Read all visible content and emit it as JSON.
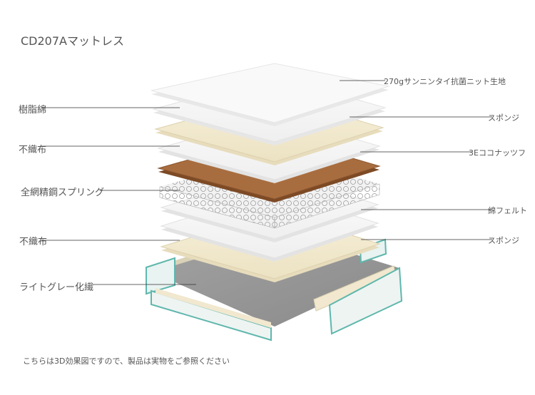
{
  "title": "CD207Aマットレス",
  "left_labels": [
    {
      "id": "resin-cotton",
      "text": "樹脂綿"
    },
    {
      "id": "nonwoven-1",
      "text": "不織布"
    },
    {
      "id": "spring",
      "text": "全網精鋼スプリング"
    },
    {
      "id": "nonwoven-2",
      "text": "不織布"
    },
    {
      "id": "light-gray",
      "text": "ライトグレー化繊"
    }
  ],
  "right_labels": [
    {
      "id": "knit",
      "text": "270gサンニンタイ抗菌ニット生地"
    },
    {
      "id": "sponge-1",
      "text": "スポンジ"
    },
    {
      "id": "coconut",
      "text": "3Eココナッツフ"
    },
    {
      "id": "cotton-felt",
      "text": "綿フェルト"
    },
    {
      "id": "sponge-2",
      "text": "スポンジ"
    }
  ],
  "note": "こちらは3D効果図ですので、製品は実物をご参照ください",
  "colors": {
    "white_layer": "#f7f7f7",
    "sponge": "#f3ead0",
    "coconut": "#9a6236",
    "base_gray": "#8f8f8f",
    "frame_teal": "#5fb7ad"
  }
}
